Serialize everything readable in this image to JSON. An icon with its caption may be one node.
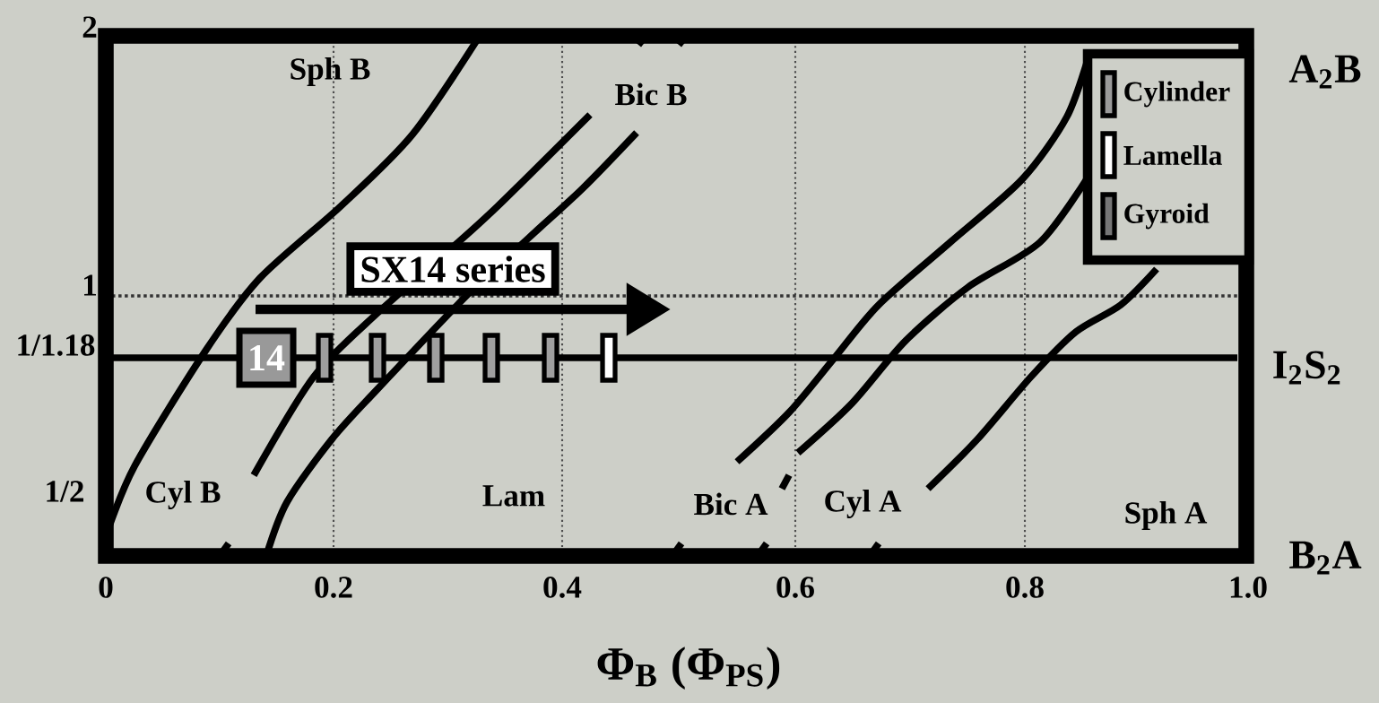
{
  "diagram": {
    "nodes": [
      {
        "text": [
          "SX14 series"
        ]
      },
      {
        "text": [
          "14"
        ]
      },
      {
        "text": [],
        "shape": "bar"
      },
      {
        "text": [],
        "shape": "bar"
      },
      {
        "text": [],
        "shape": "bar"
      },
      {
        "text": [],
        "shape": "bar"
      },
      {
        "text": [],
        "shape": "bar"
      },
      {
        "text": [],
        "shape": "bar"
      }
    ],
    "labels": [
      "2",
      "Sph B",
      "A$_{2}$B",
      "Bic B",
      "1",
      "1/1.18",
      "I$_{2}$S$_{2}$",
      "1/2",
      "Cyl B",
      "Lam",
      "Bic A",
      "Cyl A",
      "Sph A",
      "B$_{2}$A",
      "0",
      "0.2",
      "0.4",
      "0.6",
      "0.8",
      "1.0",
      "Φ$_{B}$ (Φ$_{PS}$)"
    ],
    "legend": [
      {
        "text": "Cylinder",
        "color": "#9a9a9a"
      },
      {
        "text": "Lamella",
        "color": "#ffffff"
      },
      {
        "text": "Gyroid",
        "color": "#767676"
      }
    ]
  }
}
